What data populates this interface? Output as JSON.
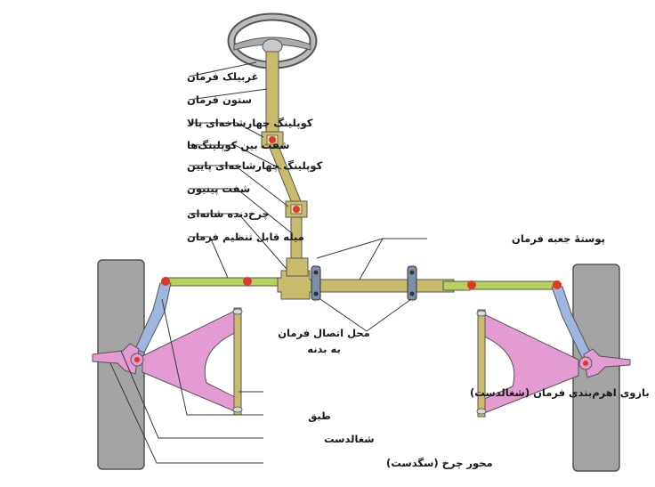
{
  "colors": {
    "wheel": "#a4a4a4",
    "column": "#c9bb6c",
    "rack": "#b6d25a",
    "arm": "#e49bd1",
    "tie_rod": "#9fb7df",
    "joint": "#e0392b",
    "leader": "#3a3a3a"
  },
  "labels": {
    "steering_wheel": "غربیلک فرمان",
    "steering_column": "ستون فرمان",
    "upper_universal_joint": "کوپلینگ چهارشاخه‌ای بالا",
    "intermediate_shaft": "شفت بین کوپلینگ‌ها",
    "lower_universal_joint": "کوپلینگ چهارشاخه‌ای پایین",
    "pinion_shaft": "شفت پینیون",
    "rack_gear": "چرخ‌دنده شانه‌ای",
    "tie_rod": "میله قابل تنظیم فرمان",
    "steering_housing": "پوستهٔ جعبه فرمان",
    "mounting_point_line1": "محل اتصال فرمان",
    "mounting_point_line2": "به بدنه",
    "steering_arm": "بازوی اهرم‌بندی فرمان (شغالدست)",
    "plate": "طبق",
    "control_arm": "شغالدست",
    "spindle": "محور چرخ (سگدست)"
  }
}
